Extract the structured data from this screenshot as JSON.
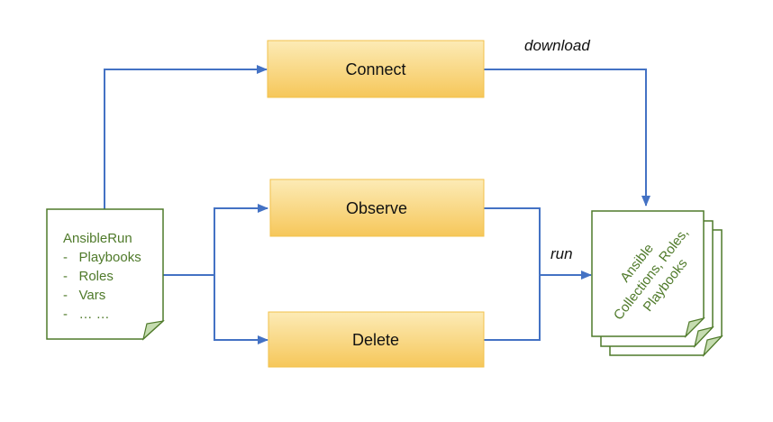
{
  "boxes": {
    "connect": "Connect",
    "observe": "Observe",
    "delete": "Delete"
  },
  "edge_labels": {
    "download": "download",
    "run": "run"
  },
  "doc": {
    "title": "AnsibleRun",
    "items": [
      "-   Playbooks",
      "-   Roles",
      "-   Vars",
      "-   … …"
    ]
  },
  "stack": {
    "lines": [
      "Ansible",
      "Collections, Roles,",
      "Playbooks"
    ]
  },
  "colors": {
    "arrow": "#4472c4",
    "box_fill_top": "#fbe5a6",
    "box_fill_bottom": "#f7c855",
    "box_stroke": "#f2c04a",
    "doc_stroke": "#4f7a2a",
    "doc_text": "#4f7a2a",
    "fold_fill": "#c5dcb0"
  }
}
